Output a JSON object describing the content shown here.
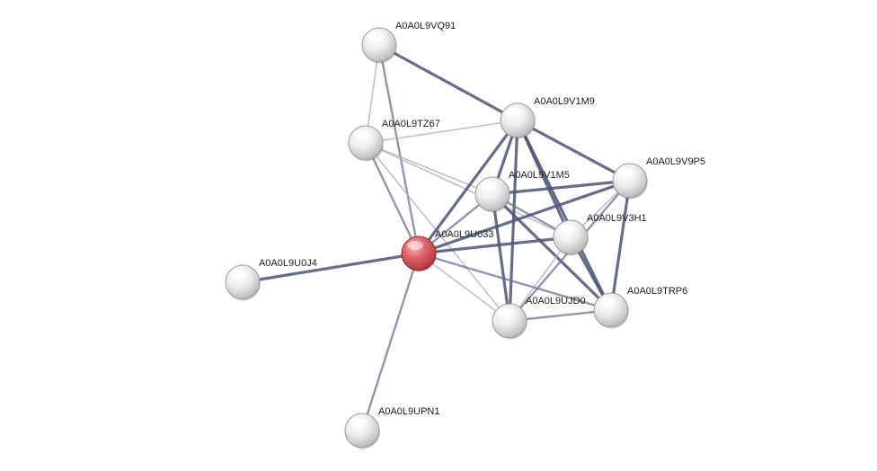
{
  "network": {
    "colors": {
      "background": "#ffffff",
      "node_default": "#e6e6e6",
      "node_query": "#d9555b",
      "edge_strong": "#4a5373",
      "edge_medium": "#6c7391",
      "edge_weak": "#aeb2c8",
      "label": "#222222"
    },
    "query_node": "A0A0L9U033",
    "nodes": [
      {
        "id": "A0A0L9VQ91",
        "label": "A0A0L9VQ91",
        "query": false
      },
      {
        "id": "A0A0L9V1M9",
        "label": "A0A0L9V1M9",
        "query": false
      },
      {
        "id": "A0A0L9TZ67",
        "label": "A0A0L9TZ67",
        "query": false
      },
      {
        "id": "A0A0L9V9P5",
        "label": "A0A0L9V9P5",
        "query": false
      },
      {
        "id": "A0A0L9V1M5",
        "label": "A0A0L9V1M5",
        "query": false
      },
      {
        "id": "A0A0L9V3H1",
        "label": "A0A0L9V3H1",
        "query": false
      },
      {
        "id": "A0A0L9U033",
        "label": "A0A0L9U033",
        "query": true
      },
      {
        "id": "A0A0L9U0J4",
        "label": "A0A0L9U0J4",
        "query": false
      },
      {
        "id": "A0A0L9TRP6",
        "label": "A0A0L9TRP6",
        "query": false
      },
      {
        "id": "A0A0L9UJD0",
        "label": "A0A0L9UJD0",
        "query": false
      },
      {
        "id": "A0A0L9UPN1",
        "label": "A0A0L9UPN1",
        "query": false
      }
    ],
    "edges": [
      {
        "source": "A0A0L9VQ91",
        "target": "A0A0L9V1M9",
        "strength": "strong"
      },
      {
        "source": "A0A0L9VQ91",
        "target": "A0A0L9TZ67",
        "strength": "weak"
      },
      {
        "source": "A0A0L9VQ91",
        "target": "A0A0L9U033",
        "strength": "medium"
      },
      {
        "source": "A0A0L9TZ67",
        "target": "A0A0L9V1M9",
        "strength": "weak"
      },
      {
        "source": "A0A0L9TZ67",
        "target": "A0A0L9U033",
        "strength": "medium"
      },
      {
        "source": "A0A0L9TZ67",
        "target": "A0A0L9V1M5",
        "strength": "weak"
      },
      {
        "source": "A0A0L9TZ67",
        "target": "A0A0L9V3H1",
        "strength": "weak"
      },
      {
        "source": "A0A0L9TZ67",
        "target": "A0A0L9UJD0",
        "strength": "weak"
      },
      {
        "source": "A0A0L9V1M9",
        "target": "A0A0L9V9P5",
        "strength": "strong"
      },
      {
        "source": "A0A0L9V1M9",
        "target": "A0A0L9V1M5",
        "strength": "strong"
      },
      {
        "source": "A0A0L9V1M9",
        "target": "A0A0L9V3H1",
        "strength": "strong"
      },
      {
        "source": "A0A0L9V1M9",
        "target": "A0A0L9U033",
        "strength": "strong"
      },
      {
        "source": "A0A0L9V1M9",
        "target": "A0A0L9TRP6",
        "strength": "strong"
      },
      {
        "source": "A0A0L9V1M9",
        "target": "A0A0L9UJD0",
        "strength": "strong"
      },
      {
        "source": "A0A0L9V1M5",
        "target": "A0A0L9V9P5",
        "strength": "strong"
      },
      {
        "source": "A0A0L9V1M5",
        "target": "A0A0L9V3H1",
        "strength": "medium"
      },
      {
        "source": "A0A0L9V1M5",
        "target": "A0A0L9U033",
        "strength": "medium"
      },
      {
        "source": "A0A0L9V1M5",
        "target": "A0A0L9TRP6",
        "strength": "strong"
      },
      {
        "source": "A0A0L9V1M5",
        "target": "A0A0L9UJD0",
        "strength": "strong"
      },
      {
        "source": "A0A0L9V9P5",
        "target": "A0A0L9V3H1",
        "strength": "weak"
      },
      {
        "source": "A0A0L9V9P5",
        "target": "A0A0L9U033",
        "strength": "strong"
      },
      {
        "source": "A0A0L9V9P5",
        "target": "A0A0L9TRP6",
        "strength": "strong"
      },
      {
        "source": "A0A0L9V9P5",
        "target": "A0A0L9UJD0",
        "strength": "medium"
      },
      {
        "source": "A0A0L9V3H1",
        "target": "A0A0L9U033",
        "strength": "strong"
      },
      {
        "source": "A0A0L9V3H1",
        "target": "A0A0L9TRP6",
        "strength": "strong"
      },
      {
        "source": "A0A0L9V3H1",
        "target": "A0A0L9UJD0",
        "strength": "weak"
      },
      {
        "source": "A0A0L9U033",
        "target": "A0A0L9U0J4",
        "strength": "strong"
      },
      {
        "source": "A0A0L9U033",
        "target": "A0A0L9UPN1",
        "strength": "medium"
      },
      {
        "source": "A0A0L9U033",
        "target": "A0A0L9UJD0",
        "strength": "weak"
      },
      {
        "source": "A0A0L9U033",
        "target": "A0A0L9TRP6",
        "strength": "medium"
      },
      {
        "source": "A0A0L9UJD0",
        "target": "A0A0L9TRP6",
        "strength": "medium"
      }
    ]
  }
}
